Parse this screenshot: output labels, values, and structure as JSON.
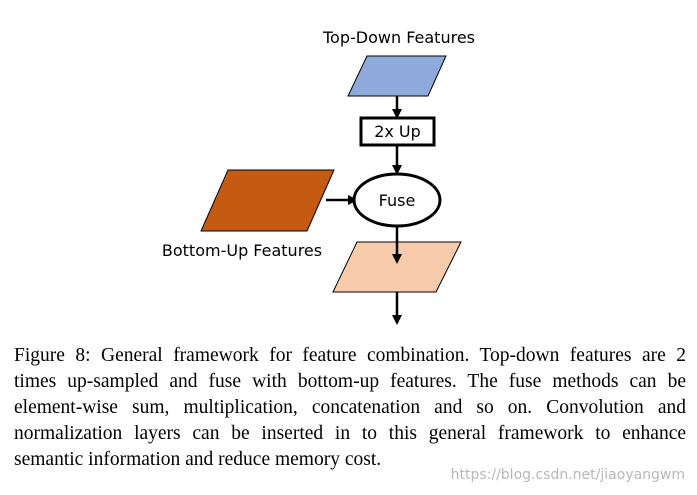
{
  "diagram": {
    "top_down_label": "Top-Down Features",
    "upsample_label": "2x Up",
    "fuse_label": "Fuse",
    "bottom_up_label": "Bottom-Up Features",
    "colors": {
      "top_down": "#8eaadb",
      "bottom_up": "#c55a11",
      "output": "#f8cbad",
      "stroke": "#000000"
    }
  },
  "caption": {
    "lines": [
      "Figure 8: General framework for feature combination. Top-down features are 2",
      "times up-sampled and fuse with bottom-up features. The fuse methods can be",
      "element-wise sum, multiplication, concatenation and so on. Convolution and",
      "normalization layers can be inserted in to this general framework to enhance",
      "semantic information and reduce memory cost."
    ]
  },
  "watermark": "https://blog.csdn.net/jiaoyangwm"
}
